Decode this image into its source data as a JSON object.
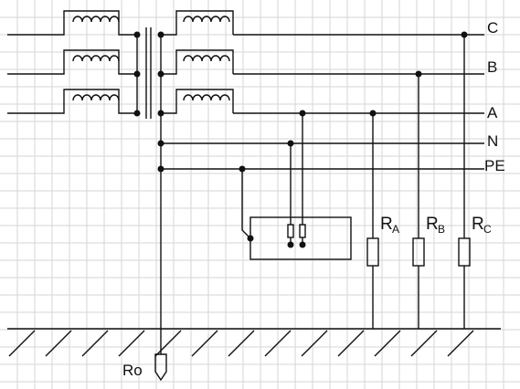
{
  "labels": {
    "phase_c": "C",
    "phase_b": "B",
    "phase_a": "A",
    "neutral": "N",
    "protective_earth": "PE",
    "source_earth": "Ro"
  },
  "resistors": [
    {
      "main": "R",
      "sub": "A"
    },
    {
      "main": "R",
      "sub": "B"
    },
    {
      "main": "R",
      "sub": "C"
    }
  ]
}
